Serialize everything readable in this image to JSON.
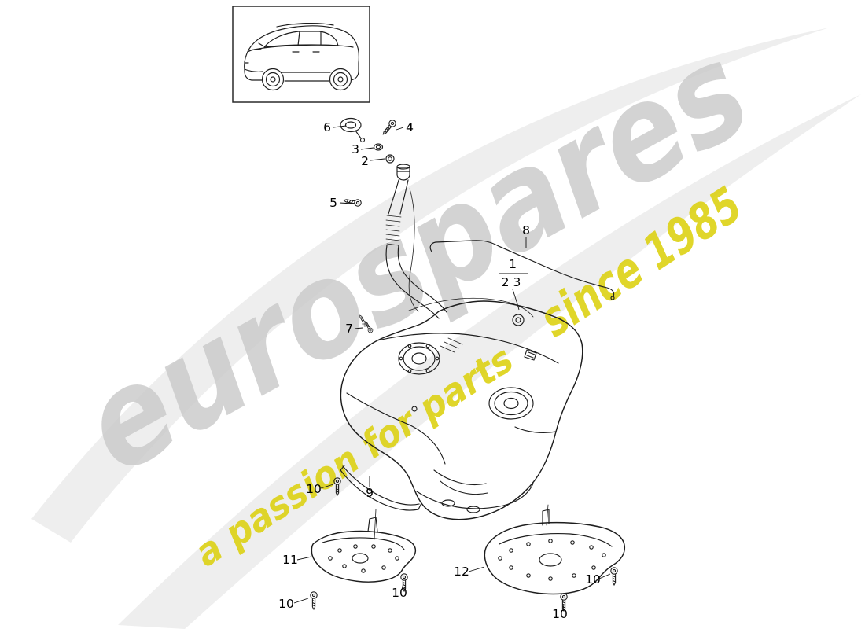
{
  "page": {
    "background": "#ffffff"
  },
  "watermark": {
    "brand": "eurospares",
    "tagline_part1": "a passion for parts",
    "tagline_part2": "since 1985",
    "brand_color": "#c9c9c9",
    "tagline_color": "#ddd214"
  },
  "diagram": {
    "line_color": "#1d1d1d",
    "callouts": [
      {
        "label": "6"
      },
      {
        "label": "4"
      },
      {
        "label": "3"
      },
      {
        "label": "2"
      },
      {
        "label": "5"
      },
      {
        "label": "8"
      },
      {
        "label": "1"
      },
      {
        "label": "2 3"
      },
      {
        "label": "7"
      },
      {
        "label": "10"
      },
      {
        "label": "9"
      },
      {
        "label": "11"
      },
      {
        "label": "10"
      },
      {
        "label": "10"
      },
      {
        "label": "12"
      },
      {
        "label": "10"
      },
      {
        "label": "10"
      }
    ]
  }
}
